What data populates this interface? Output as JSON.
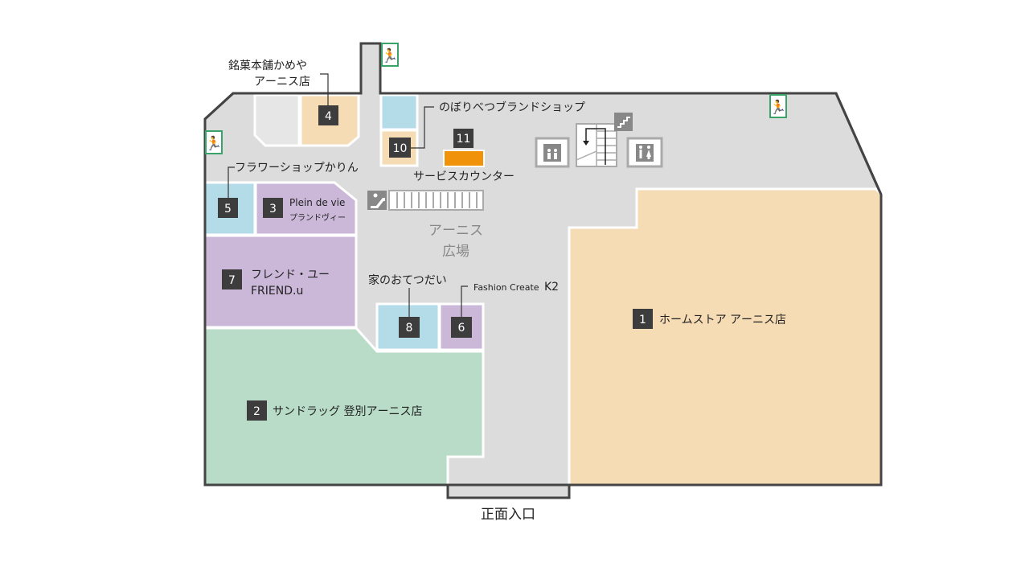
{
  "colors": {
    "floor": "#dcdcdc",
    "wall": "#444444",
    "peach": "#f6dcb4",
    "blue": "#b3dbe8",
    "purple": "#cbb8d9",
    "green": "#b8dcc8",
    "orange": "#f0920a",
    "marker": "#3d3d3d",
    "exit": "#3aa36a"
  },
  "shops": {
    "s1": {
      "num": "1",
      "name": "ホームストア アーニス店"
    },
    "s2": {
      "num": "2",
      "name": "サンドラッグ 登別アーニス店"
    },
    "s3": {
      "num": "3",
      "name": "Plein de vie",
      "sub": "プランドヴィー"
    },
    "s4": {
      "num": "4",
      "name1": "銘菓本舗かめや",
      "name2": "アーニス店"
    },
    "s5": {
      "num": "5",
      "name": "フラワーショップかりん"
    },
    "s6": {
      "num": "6",
      "name": "Fashion Create",
      "name_suffix": "K2"
    },
    "s7": {
      "num": "7",
      "name1": "フレンド・ユー",
      "name2": "FRIEND.u"
    },
    "s8": {
      "num": "8",
      "name": "家のおてつだい"
    },
    "s10": {
      "num": "10",
      "name": "のぼりべつブランドショップ"
    },
    "s11": {
      "num": "11",
      "name": "サービスカウンター"
    }
  },
  "plaza": {
    "line1": "アーニス",
    "line2": "広場"
  },
  "entrance": "正面入口",
  "icons": [
    "emergency-exit-icon",
    "escalator-icon",
    "elevator-icon",
    "stairs-icon",
    "restroom-icon"
  ]
}
